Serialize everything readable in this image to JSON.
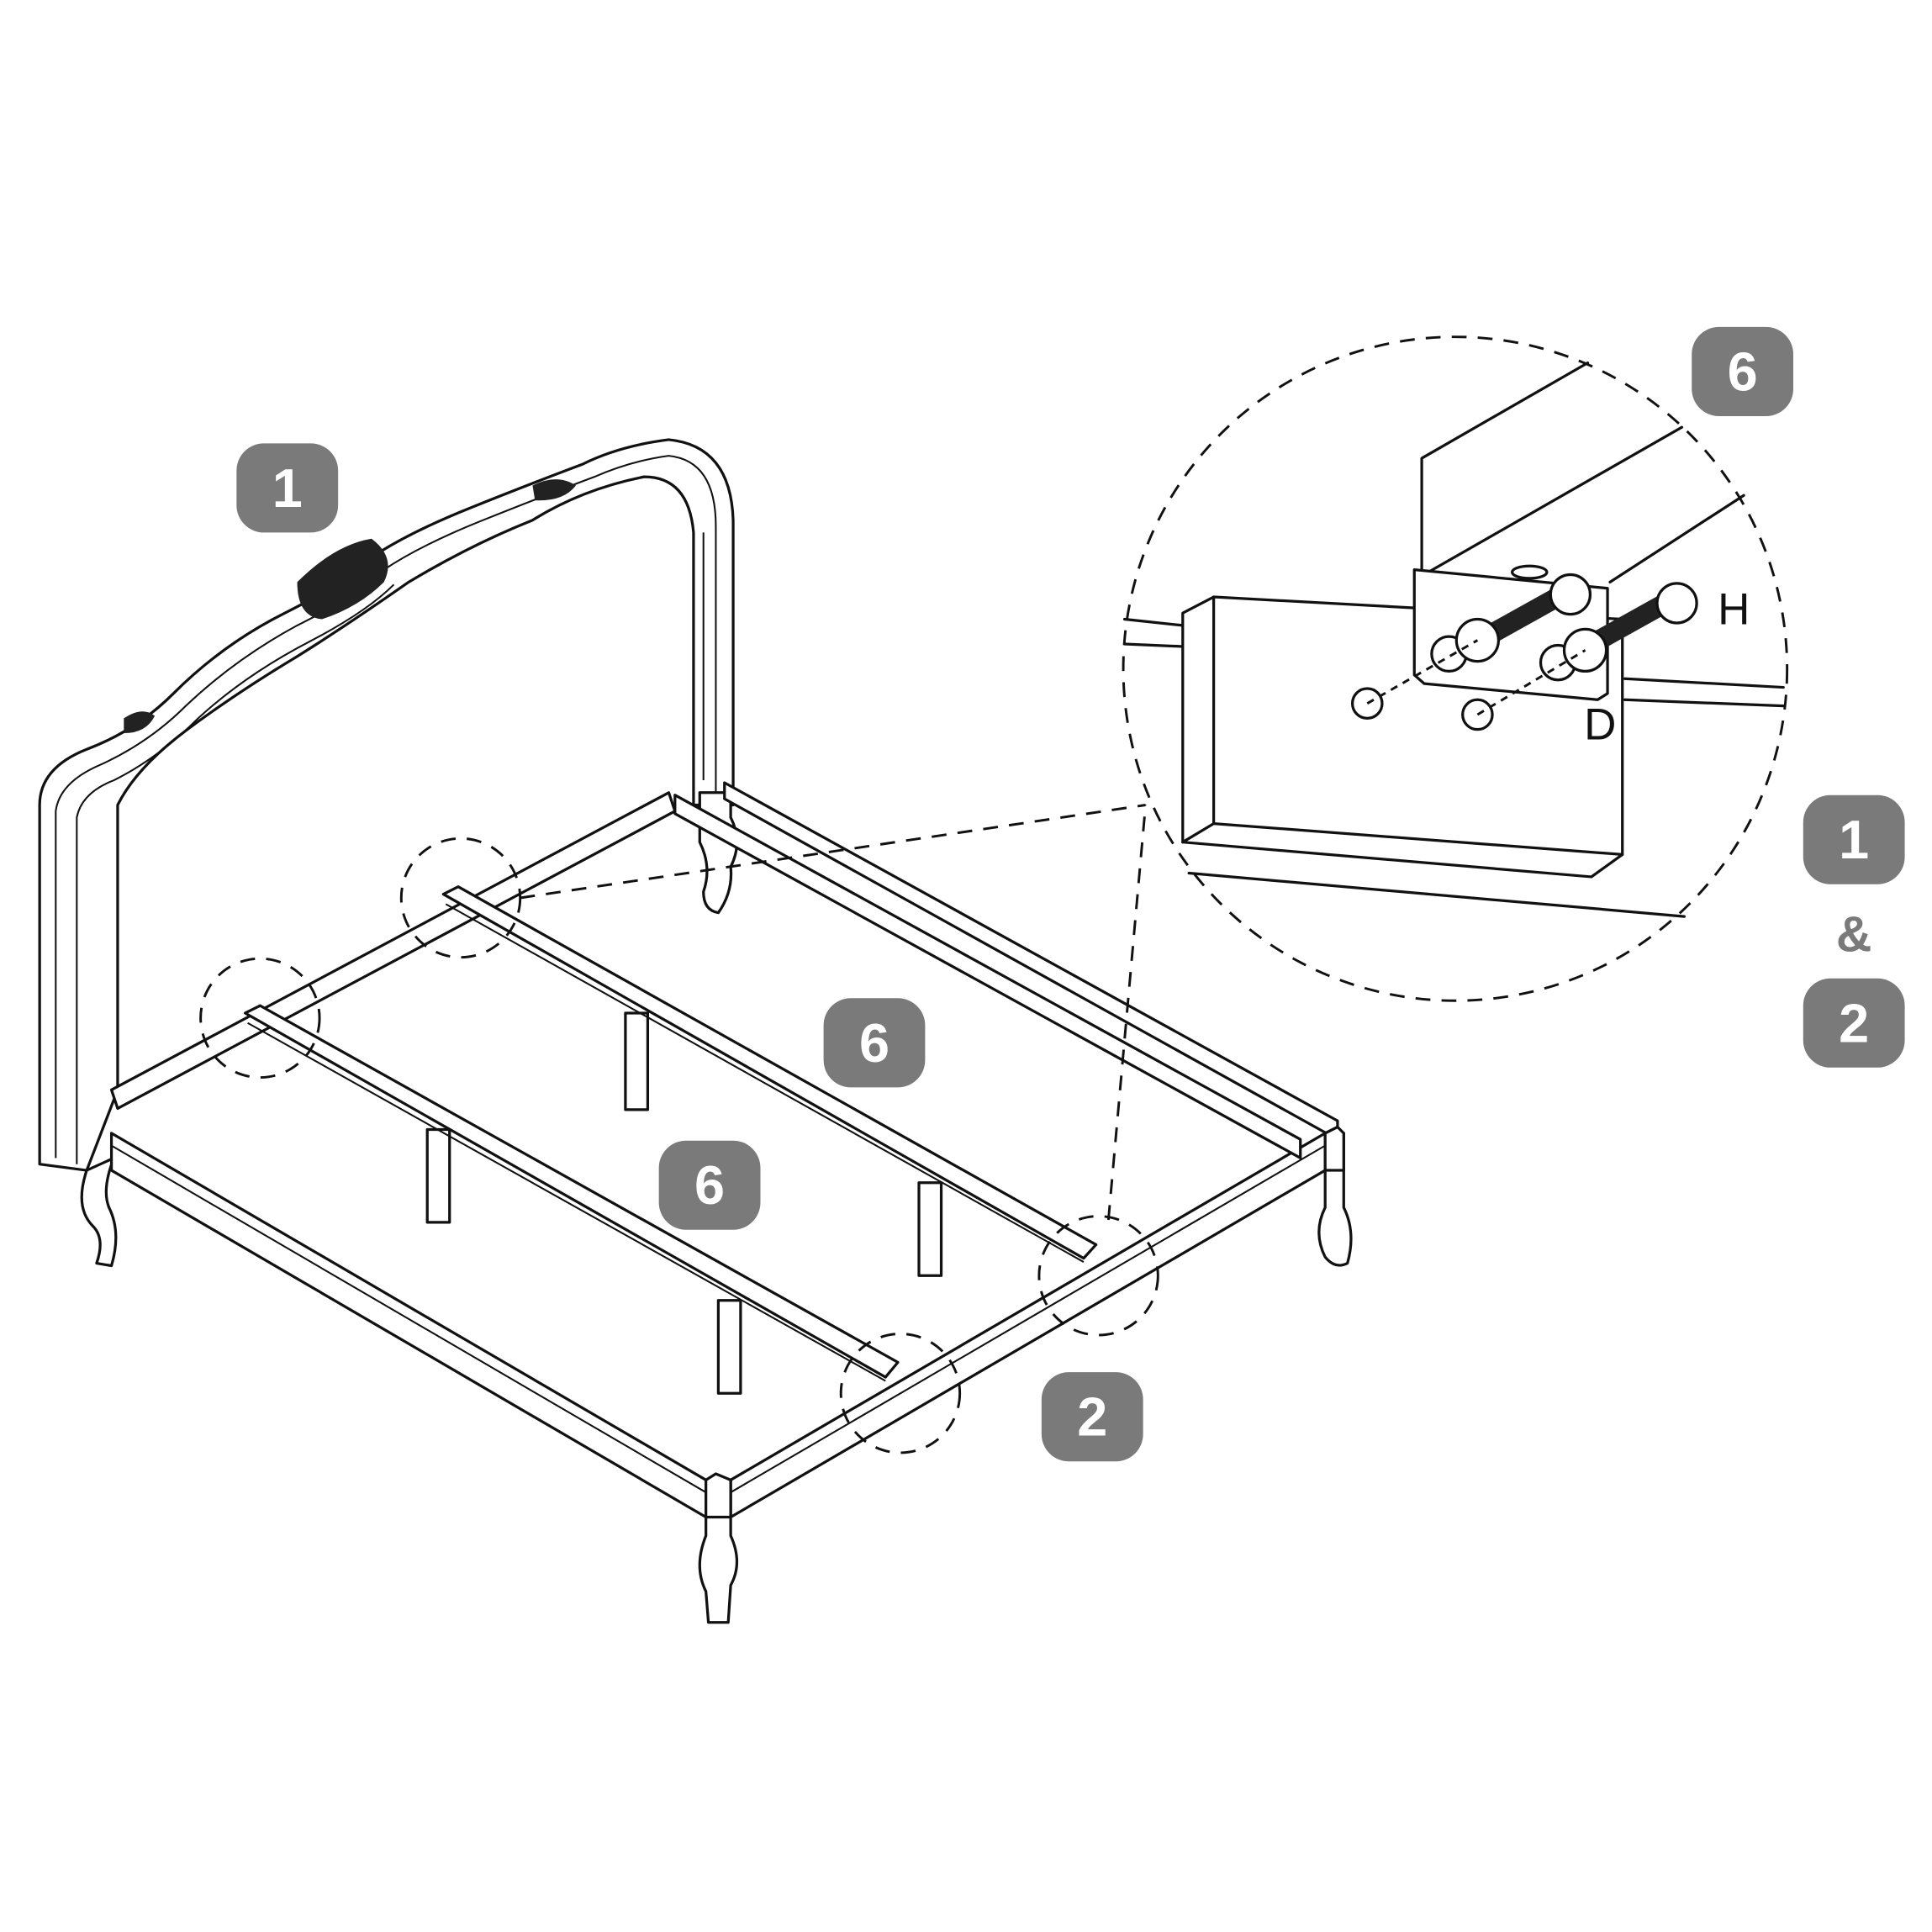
{
  "colors": {
    "badge": "#7a7a7a",
    "line": "#111111",
    "background": "#ffffff"
  },
  "badges": {
    "headboard": "1",
    "detail_slat": "6",
    "slat_upper": "6",
    "slat_lower": "6",
    "footboard": "2",
    "combo_a": "1",
    "combo_amp": "&",
    "combo_b": "2"
  },
  "hardware_labels": {
    "bolt": "H",
    "bracket": "D"
  }
}
